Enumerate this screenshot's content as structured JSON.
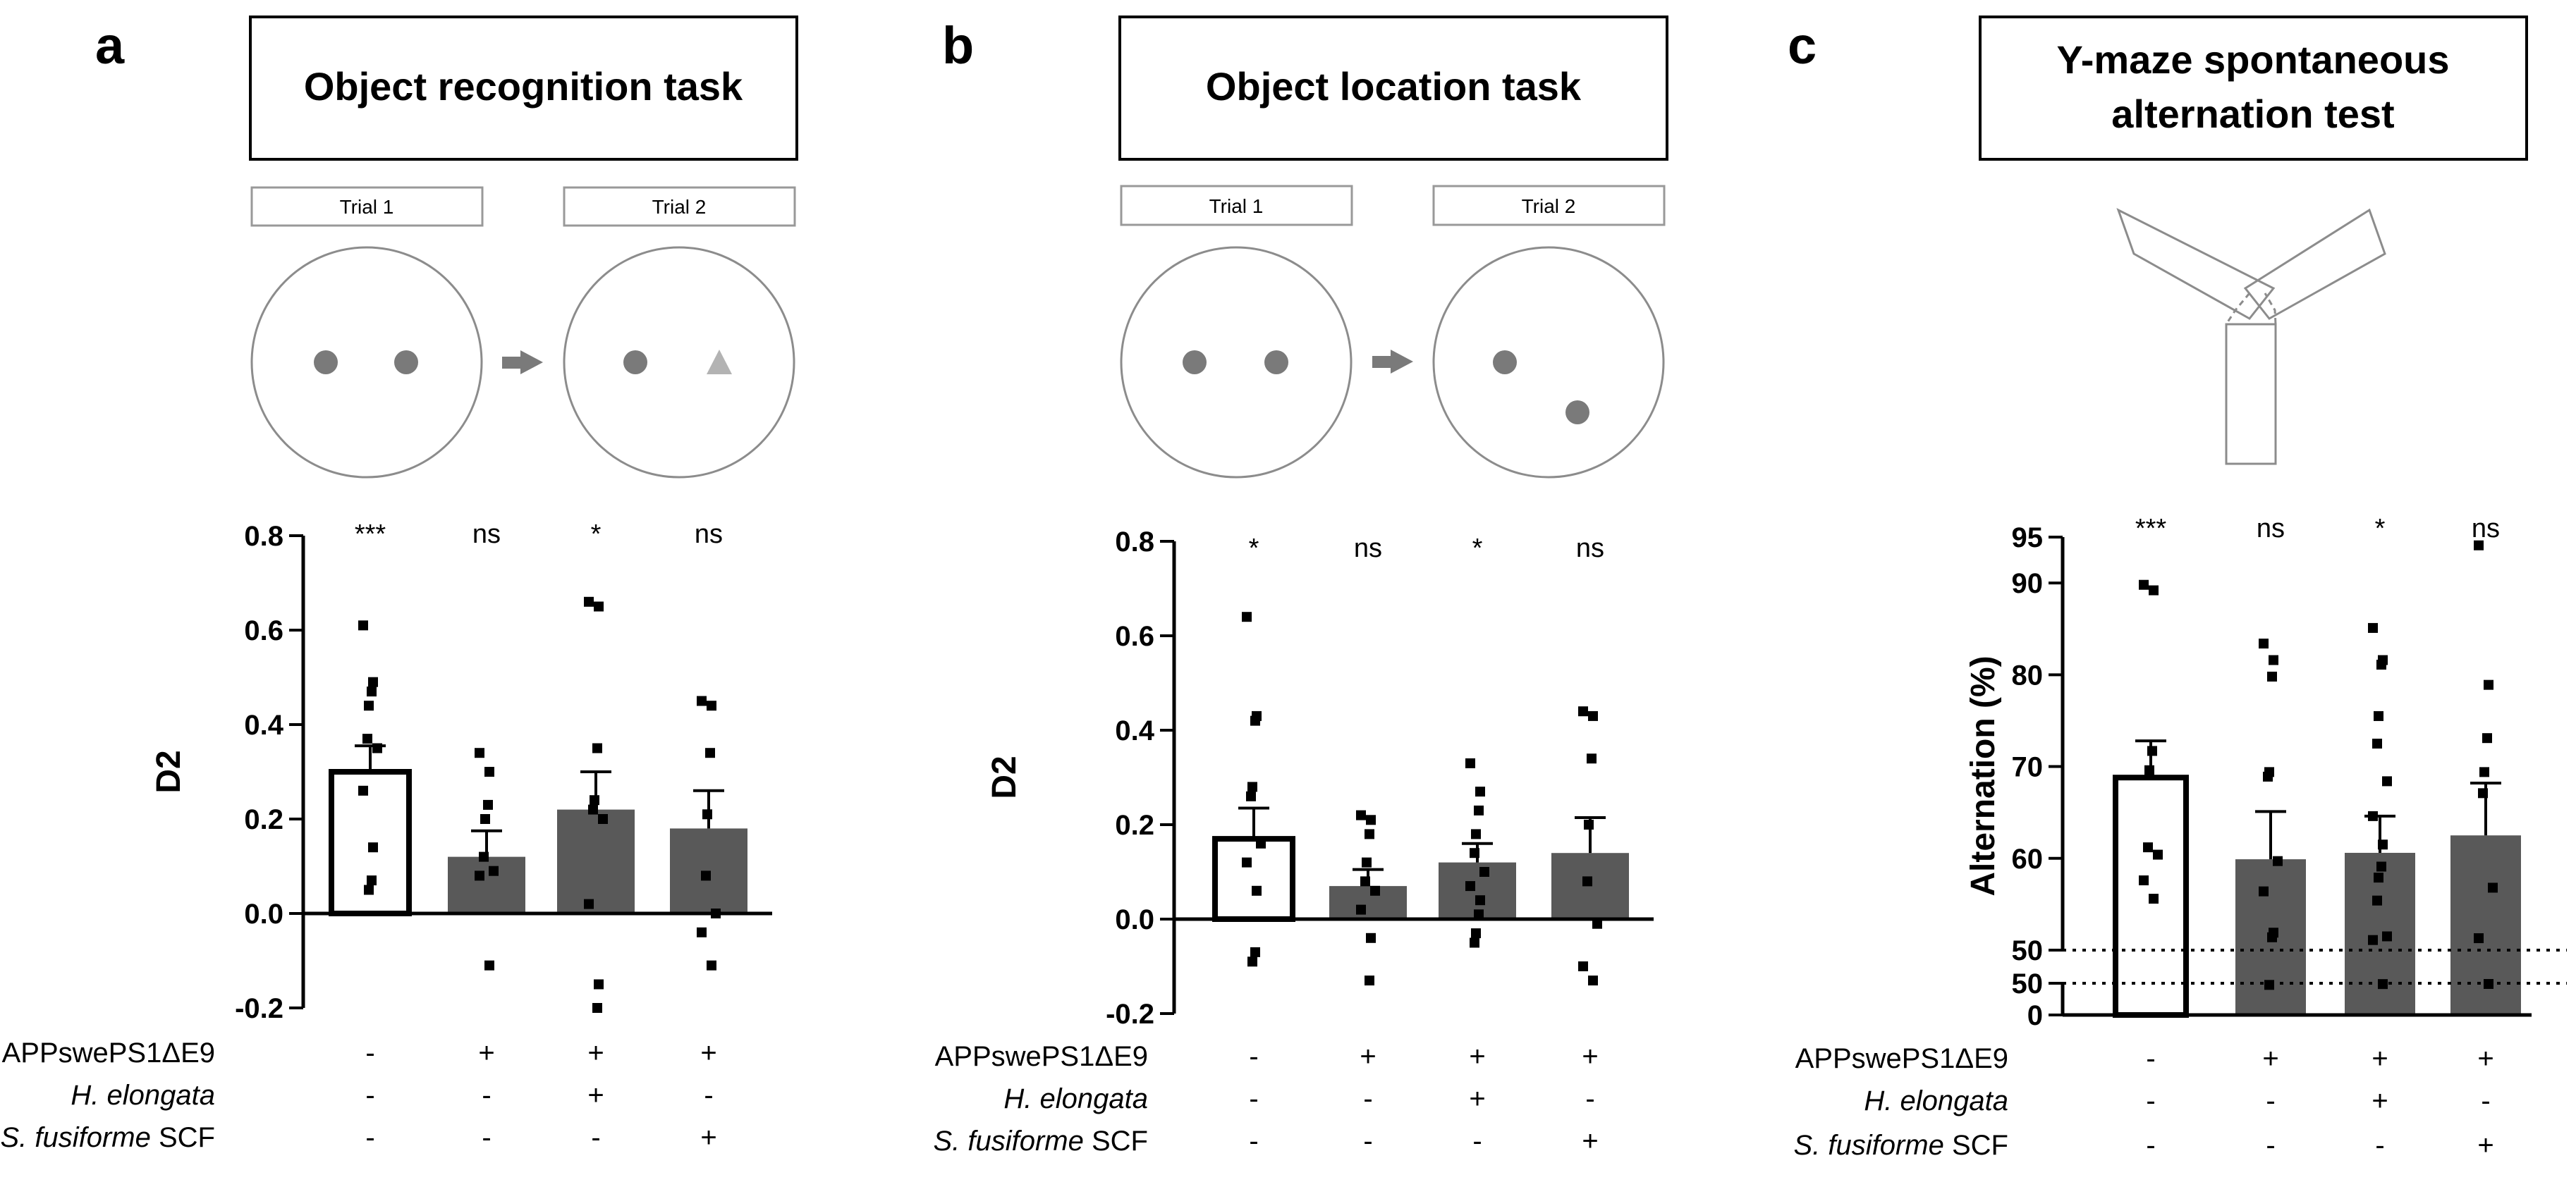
{
  "panels": [
    {
      "letter": "a",
      "task_title": [
        "Object recognition task"
      ],
      "trial_labels": [
        "Trial 1",
        "Trial 2"
      ],
      "schematic": "object-recognition"
    },
    {
      "letter": "b",
      "task_title": [
        "Object location task"
      ],
      "trial_labels": [
        "Trial 1",
        "Trial 2"
      ],
      "schematic": "object-location"
    },
    {
      "letter": "c",
      "task_title": [
        "Y-maze spontaneous",
        "alternation test"
      ],
      "trial_labels": [],
      "schematic": "y-maze"
    }
  ],
  "group_rows": {
    "labels": [
      {
        "pre": "APPswePS1ΔE9",
        "italic": "",
        "post": ""
      },
      {
        "pre": "",
        "italic": "H. elongata",
        "post": ""
      },
      {
        "pre": "",
        "italic": "S. fusiforme",
        "post": " SCF"
      }
    ],
    "marks": [
      [
        "-",
        "+",
        "+",
        "+"
      ],
      [
        "-",
        "-",
        "+",
        "-"
      ],
      [
        "-",
        "-",
        "-",
        "+"
      ]
    ]
  },
  "colors": {
    "axis": "#000000",
    "wt_bar_fill": "#ffffff",
    "tg_bar_fill": "#595959",
    "point": "#000000",
    "schematic_stroke": "#8c8c8c",
    "schematic_fill": "#7a7a7a"
  },
  "chart_data": [
    {
      "type": "bar",
      "panel": "a",
      "ylabel": "D2",
      "ylim": [
        -0.2,
        0.8
      ],
      "yticks": [
        -0.2,
        0.0,
        0.2,
        0.4,
        0.6,
        0.8
      ],
      "ytick_labels": [
        "-0.2",
        "0.0",
        "0.2",
        "0.4",
        "0.6",
        "0.8"
      ],
      "significance": [
        "***",
        "ns",
        "*",
        "ns"
      ],
      "values": [
        0.3,
        0.12,
        0.22,
        0.18
      ],
      "sem": [
        0.055,
        0.055,
        0.08,
        0.08
      ],
      "points": [
        [
          0.61,
          0.49,
          0.47,
          0.44,
          0.37,
          0.35,
          0.26,
          0.14,
          0.07,
          0.05
        ],
        [
          0.34,
          0.3,
          0.23,
          0.2,
          0.12,
          0.09,
          0.08,
          -0.11
        ],
        [
          0.66,
          0.65,
          0.35,
          0.24,
          0.22,
          0.2,
          0.02,
          -0.15,
          -0.2
        ],
        [
          0.45,
          0.44,
          0.34,
          0.21,
          0.08,
          0.0,
          -0.04,
          -0.11
        ]
      ]
    },
    {
      "type": "bar",
      "panel": "b",
      "ylabel": "D2",
      "ylim": [
        -0.2,
        0.8
      ],
      "yticks": [
        -0.2,
        0.0,
        0.2,
        0.4,
        0.6,
        0.8
      ],
      "ytick_labels": [
        "-0.2",
        "0.0",
        "0.2",
        "0.4",
        "0.6",
        "0.8"
      ],
      "significance": [
        "*",
        "ns",
        "*",
        "ns"
      ],
      "values": [
        0.17,
        0.07,
        0.12,
        0.14
      ],
      "sem": [
        0.065,
        0.035,
        0.04,
        0.075
      ],
      "points": [
        [
          0.64,
          0.43,
          0.42,
          0.28,
          0.26,
          0.16,
          0.12,
          0.06,
          -0.07,
          -0.09
        ],
        [
          0.22,
          0.21,
          0.18,
          0.12,
          0.08,
          0.06,
          0.02,
          -0.04,
          -0.13
        ],
        [
          0.33,
          0.27,
          0.23,
          0.18,
          0.14,
          0.1,
          0.07,
          0.04,
          0.01,
          -0.03,
          -0.05
        ],
        [
          0.44,
          0.43,
          0.34,
          0.2,
          0.08,
          -0.01,
          -0.1,
          -0.13
        ]
      ]
    },
    {
      "type": "bar",
      "panel": "c",
      "ylabel": "Alternation (%)",
      "ylim": [
        0,
        95
      ],
      "axis_break": true,
      "yticks": [
        0,
        50,
        50,
        60,
        70,
        80,
        90,
        95
      ],
      "ytick_labels": [
        "0",
        "50",
        "50",
        "60",
        "70",
        "80",
        "90",
        "95"
      ],
      "significance": [
        "***",
        "ns",
        "*",
        "ns"
      ],
      "values": [
        68.8,
        59.9,
        60.6,
        62.5
      ],
      "sem": [
        4.0,
        5.2,
        4.0,
        5.7
      ],
      "points": [
        [
          89.8,
          89.2,
          71.7,
          69.6,
          61.2,
          60.4,
          57.6,
          55.6
        ],
        [
          83.4,
          81.6,
          79.8,
          69.4,
          68.9,
          59.7,
          56.4,
          51.9,
          51.4,
          47.4
        ],
        [
          85.1,
          81.6,
          81.1,
          75.5,
          72.5,
          68.4,
          64.6,
          61.5,
          59.1,
          57.9,
          55.4,
          51.5,
          51.1,
          48.7
        ],
        [
          94.1,
          78.9,
          73.1,
          69.4,
          67.1,
          56.8,
          51.3,
          48.9
        ]
      ]
    }
  ]
}
